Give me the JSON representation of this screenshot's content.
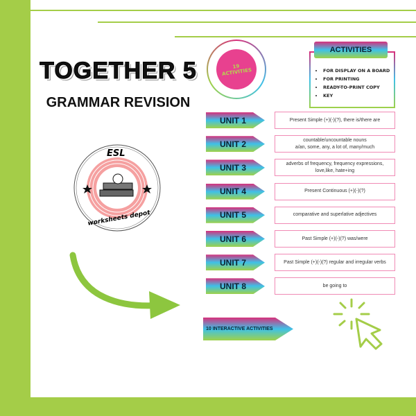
{
  "title": "TOGETHER 5",
  "subtitle": "GRAMMAR REVISION",
  "badge": {
    "number": "19",
    "label": "ACTIVITIES"
  },
  "activities": {
    "heading": "ACTIVITIES",
    "items": [
      "FOR DISPLAY ON A BOARD",
      "FOR PRINTING",
      "READY-TO-PRINT COPY",
      "KEY"
    ]
  },
  "logo": {
    "top": "ESL",
    "bottom": "worksheets depot"
  },
  "units": [
    {
      "label": "UNIT 1",
      "topic": "Present Simple (+)(-)(?), there is/there are"
    },
    {
      "label": "UNIT 2",
      "topic": "countable/uncountable nouns\na/an, some, any, a lot of, many/much"
    },
    {
      "label": "UNIT 3",
      "topic": "adverbs of frequency, frequency expressions,\nlove,like, hate+ing"
    },
    {
      "label": "UNIT 4",
      "topic": "Present Continuous (+)(-)(?)"
    },
    {
      "label": "UNIT 5",
      "topic": "comparative and superlative adjectives"
    },
    {
      "label": "UNIT 6",
      "topic": "Past Simple (+)(-)(?) was/were"
    },
    {
      "label": "UNIT 7",
      "topic": "Past Simple (+)(-)(?) regular and irregular verbs"
    },
    {
      "label": "UNIT 8",
      "topic": "be going to"
    }
  ],
  "interactive": "10 INTERACTIVE ACTIVITIES",
  "colors": {
    "green": "#a4cd48",
    "pink": "#e8418f",
    "cyan": "#3ec1e8"
  }
}
